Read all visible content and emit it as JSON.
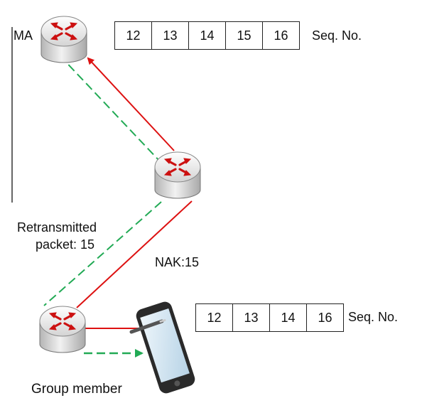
{
  "labels": {
    "ma": "MA",
    "retransmitted_line1": "Retransmitted",
    "retransmitted_line2": "packet: 15",
    "nak": "NAK:15",
    "group_member": "Group member"
  },
  "top_buffer": {
    "cells": [
      "12",
      "13",
      "14",
      "15",
      "16"
    ],
    "caption": "Seq. No."
  },
  "bottom_buffer": {
    "cells": [
      "12",
      "13",
      "14",
      "16"
    ],
    "caption": "Seq. No."
  },
  "icons": [
    "router-icon",
    "tablet-icon",
    "stylus-icon"
  ],
  "colors": {
    "request_line": "#dd1111",
    "retransmit_line": "#22aa55",
    "router_arrows": "#cc1111",
    "router_body": "#e6e6e6"
  }
}
